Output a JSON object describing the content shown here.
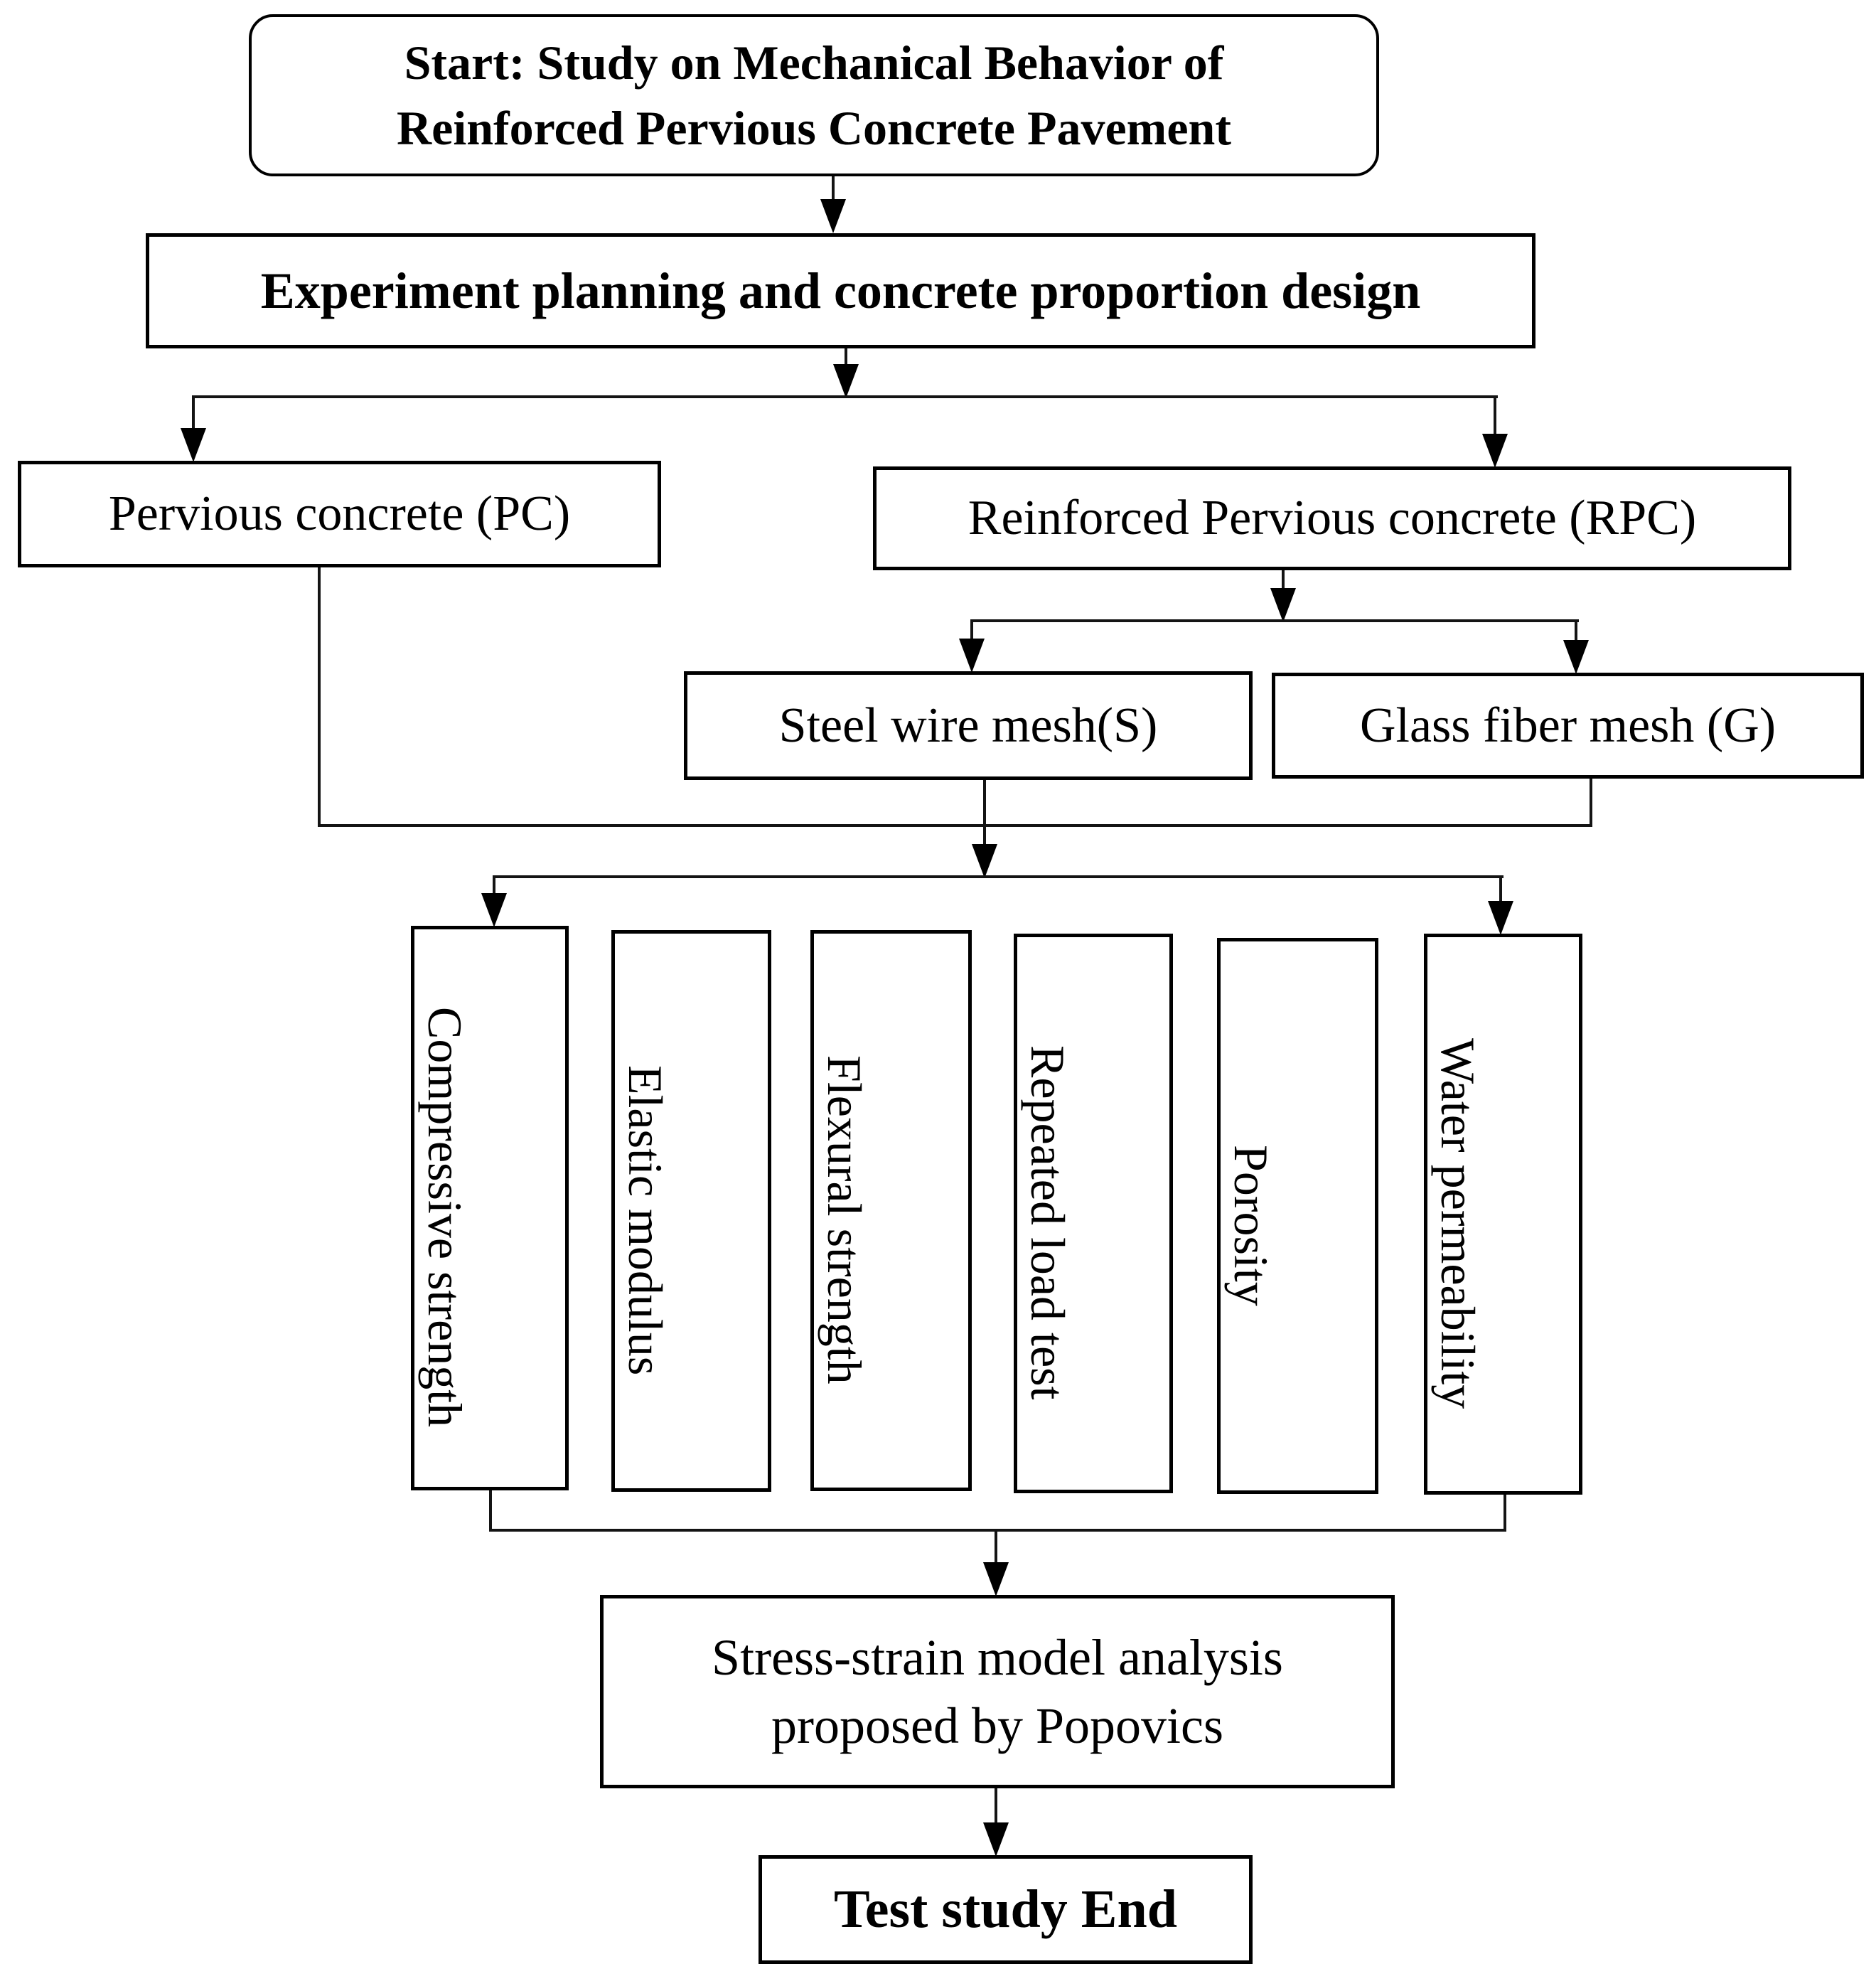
{
  "colors": {
    "background": "#ffffff",
    "line": "#000000",
    "text": "#000000"
  },
  "nodes": {
    "start": {
      "lines": [
        "Start: Study on Mechanical Behavior of",
        "Reinforced Pervious Concrete Pavement"
      ]
    },
    "experiment": {
      "label": "Experiment planning and concrete proportion design"
    },
    "pervious_concrete": {
      "label": "Pervious concrete (PC)"
    },
    "reinforced_pervious_concrete": {
      "label": "Reinforced Pervious concrete (RPC)"
    },
    "steel_wire_mesh": {
      "label": "Steel wire mesh(S)"
    },
    "glass_fiber_mesh": {
      "label": "Glass fiber mesh (G)"
    },
    "tests": [
      {
        "label": "Compressive strength"
      },
      {
        "label": "Elastic modulus"
      },
      {
        "label": "Flexural strength"
      },
      {
        "label": "Repeated load test"
      },
      {
        "label": "Porosity"
      },
      {
        "label": "Water permeability"
      }
    ],
    "model_analysis": {
      "lines": [
        "Stress-strain model analysis",
        "proposed by Popovics"
      ]
    },
    "end": {
      "label": "Test study End"
    }
  }
}
